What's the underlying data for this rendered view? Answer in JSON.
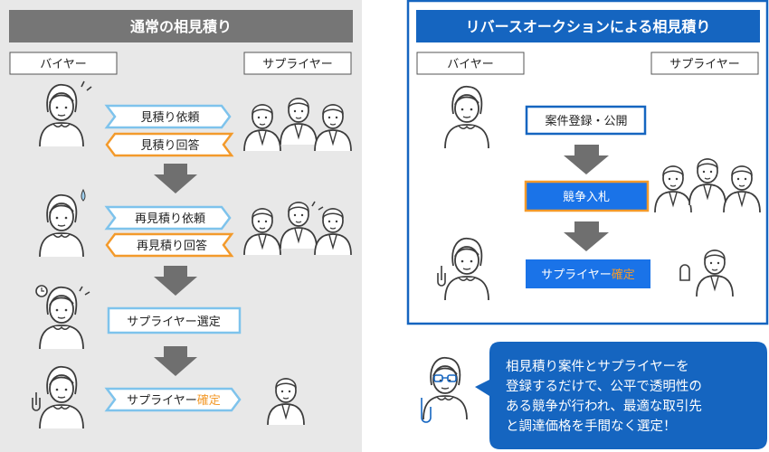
{
  "left": {
    "title": "通常の相見積り",
    "buyer_label": "バイヤー",
    "supplier_label": "サプライヤー",
    "rows": [
      {
        "tag": "見積り依頼",
        "direction": "right"
      },
      {
        "tag": "見積り回答",
        "direction": "left"
      },
      {
        "tag": "再見積り依頼",
        "direction": "right"
      },
      {
        "tag": "再見積り回答",
        "direction": "left"
      }
    ],
    "select_label": "サプライヤー選定",
    "final_label_main": "サプライヤー",
    "final_label_accent": "確定"
  },
  "right": {
    "title": "リバースオークションによる相見積り",
    "buyer_label": "バイヤー",
    "supplier_label": "サプライヤー",
    "step1": "案件登録・公開",
    "step2": "競争入札",
    "final_label_main": "サプライヤー",
    "final_label_accent": "確定"
  },
  "bubble": {
    "lines": [
      "相見積り案件とサプライヤーを",
      "登録するだけで、公平で透明性の",
      "ある競争が行われ、最適な取引先",
      "と調達価格を手間なく選定！"
    ]
  },
  "colors": {
    "panel_gray": "#e8e8e8",
    "header_gray": "#767676",
    "arrow_gray": "#6f6f6f",
    "blue": "#1565c0",
    "bright_blue": "#1a73e8",
    "orange": "#f39a2b",
    "light_blue_stroke": "#7ec3ec",
    "figure_stroke": "#3c3c3c"
  },
  "icons": [
    "buyer-person-icon",
    "supplier-group-icon",
    "sweat-drop-icon",
    "clock-icon",
    "confident-buyer-icon",
    "happy-supplier-icon",
    "glasses-person-icon"
  ]
}
